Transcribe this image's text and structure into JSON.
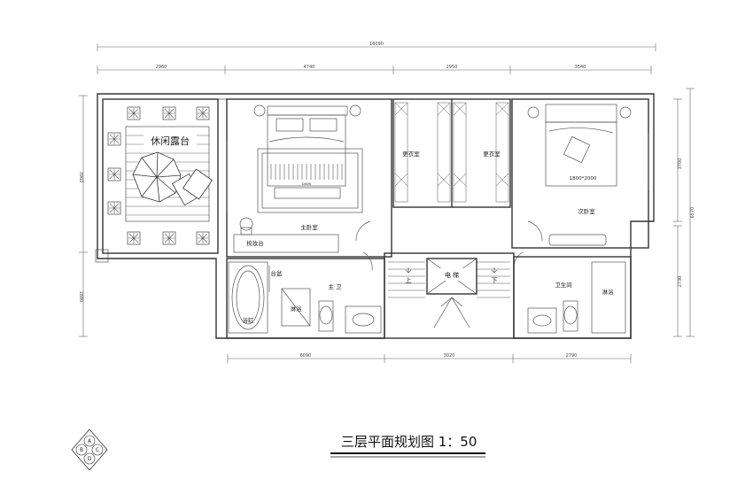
{
  "title": "三层平面规划图 1：50",
  "dimensions": {
    "overall_top": "16090",
    "top_segments": [
      "2960",
      "4740",
      "2950",
      "3540"
    ],
    "bottom_segments": [
      "6090",
      "3020",
      "2790"
    ],
    "left_segments": [
      "3960",
      "1880"
    ],
    "right_segments": [
      "3700",
      "6570",
      "2730"
    ]
  },
  "rooms": {
    "terrace": "休闲露台",
    "master_bedroom": "主卧室",
    "dresser": "梳妆台",
    "closet_left": "更衣室",
    "closet_right": "更衣室",
    "second_bedroom": "次卧室",
    "master_bath": "主 卫",
    "bathtub": "浴缸",
    "shower_left": "淋浴",
    "counter": "台盆",
    "elevator": "电 梯",
    "stair_up": "上",
    "stair_down": "下",
    "guest_bath": "卫生间",
    "shower_right": "淋浴",
    "bed_size": "1800*2000",
    "bed_brand": "DIIOR"
  },
  "compass": [
    "A",
    "B",
    "C",
    "D"
  ]
}
